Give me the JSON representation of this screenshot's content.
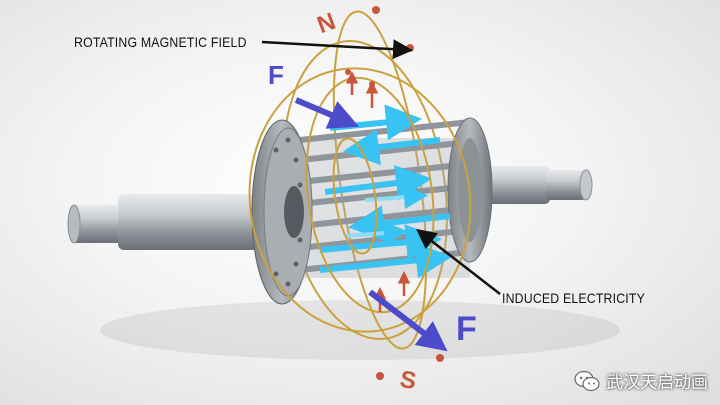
{
  "callouts": {
    "rotating_field": "ROTATING MAGNETIC FIELD",
    "induced": "INDUCED ELECTRICITY"
  },
  "poles": {
    "north": "N",
    "south": "S"
  },
  "forces": {
    "top": "F",
    "bottom": "F"
  },
  "watermark": "武汉天启动画",
  "colors": {
    "field_lines": "#c9a23f",
    "current_arrows": "#39c3f2",
    "force_arrows": "#4c4bc9",
    "pole_markers": "#c9553a",
    "steel": "#9ea3a8"
  },
  "icons": {
    "watermark_logo": "wechat-icon"
  }
}
